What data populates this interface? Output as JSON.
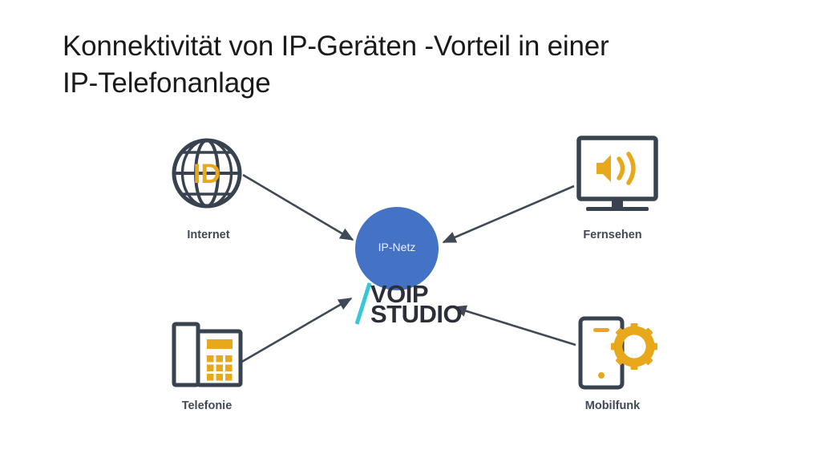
{
  "slide": {
    "title": "Konnektivität von IP-Geräten -Vorteil in einer\nIP-Telefonanlage",
    "background_color": "#ffffff"
  },
  "colors": {
    "icon_stroke": "#39434f",
    "accent_yellow": "#e8a81c",
    "hub_blue": "#4472c4",
    "label_text": "#3f4a56",
    "logo_cyan": "#38c6d9",
    "logo_dark": "#2b2f3a",
    "title_text": "#1a1a1a",
    "connector": "#3f4a56"
  },
  "diagram": {
    "hub": {
      "label": "IP-Netz",
      "shape": "circle",
      "color": "#4472c4"
    },
    "nodes": [
      {
        "id": "internet",
        "label": "Internet",
        "icon": "globe-id-icon",
        "icon_text": "ID",
        "position": "top-left"
      },
      {
        "id": "fernsehen",
        "label": "Fernsehen",
        "icon": "monitor-speaker-icon",
        "position": "top-right"
      },
      {
        "id": "telefonie",
        "label": "Telefonie",
        "icon": "desk-phone-icon",
        "position": "bottom-left"
      },
      {
        "id": "mobilfunk",
        "label": "Mobilfunk",
        "icon": "smartphone-gear-icon",
        "position": "bottom-right"
      }
    ],
    "connectors": [
      {
        "from": "internet",
        "to": "hub",
        "arrow": "end"
      },
      {
        "from": "fernsehen",
        "to": "hub",
        "arrow": "end"
      },
      {
        "from": "telefonie",
        "to": "logo",
        "arrow": "end"
      },
      {
        "from": "mobilfunk",
        "to": "logo",
        "arrow": "end"
      }
    ]
  },
  "logo": {
    "line1": "VOIP",
    "line2": "STUDIO",
    "slash": "\\"
  }
}
